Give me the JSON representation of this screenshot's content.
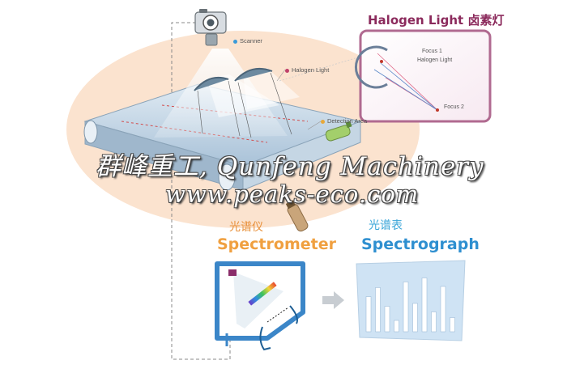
{
  "labels": {
    "scanner": "Scanner",
    "halogen_light": "Halogen Light",
    "detection_area": "Detection Area",
    "focus1": "Focus 1",
    "halogen_light_inset": "Halogen Light",
    "focus2": "Focus 2"
  },
  "inset": {
    "title": "Halogen Light 卤素灯"
  },
  "spectrometer": {
    "cn": "光谱仪",
    "en": "Spectrometer"
  },
  "spectrograph": {
    "cn": "光谱表",
    "en": "Spectrograph",
    "bar_levels": [
      0.62,
      0.78,
      0.45,
      0.2,
      0.88,
      0.5,
      0.95,
      0.35,
      0.8,
      0.25
    ]
  },
  "watermark": {
    "line1": "群峰重工, Qunfeng Machinery",
    "line2": "www.peaks-eco.com"
  },
  "icons": [
    "camera-icon",
    "lamp-reflector-icon",
    "bottle-icon",
    "arrow-right-icon"
  ],
  "colors": {
    "blob": "#fbe3cf",
    "inset_border": "#b06a90",
    "spectro_orange": "#f0a040",
    "spectro_blue": "#2e8fd0",
    "belt": "#b9cfe0"
  }
}
